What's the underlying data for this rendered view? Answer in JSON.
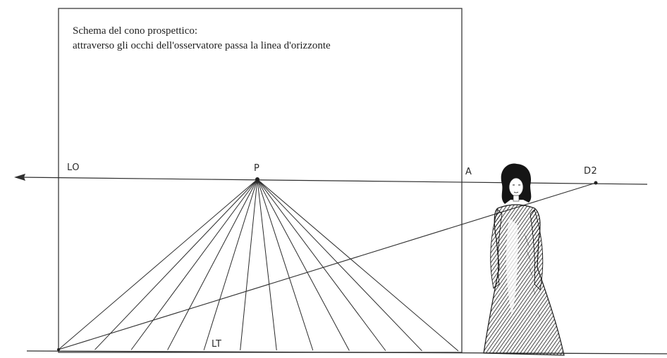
{
  "caption": {
    "line1": "Schema del cono prospettico:",
    "line2": "attraverso gli occhi dell'osservatore passa la linea d'orizzonte"
  },
  "labels": {
    "horizon_line": "LO",
    "principal_point": "P",
    "point_a": "A",
    "distance_point": "D2",
    "ground_line": "LT"
  },
  "colors": {
    "ink": "#2a2a2a",
    "paper": "#ffffff"
  },
  "figure": {
    "visual_ray_count": 12,
    "observer": "woman-in-long-dress"
  }
}
